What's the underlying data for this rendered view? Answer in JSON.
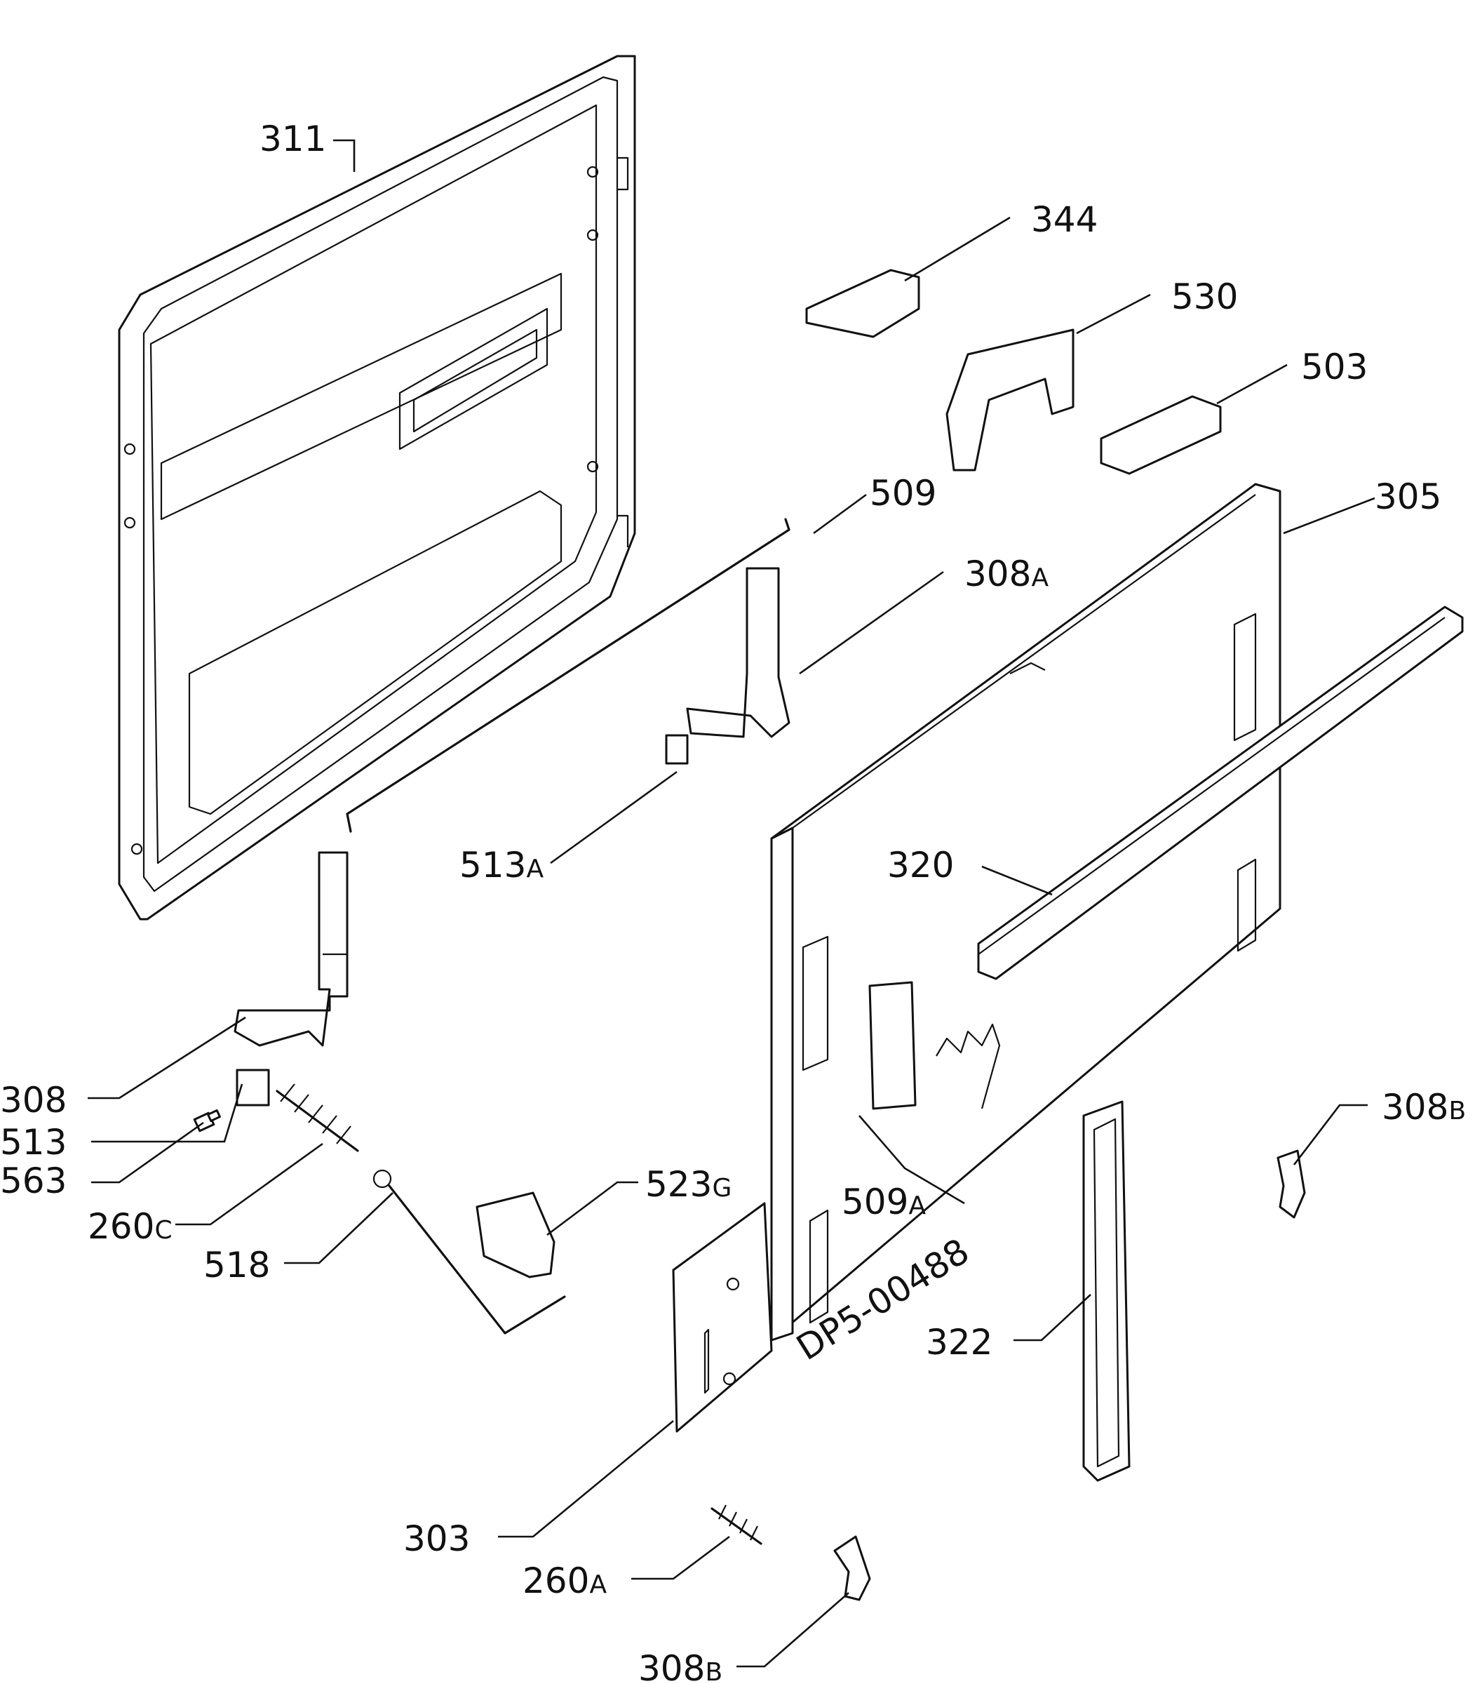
{
  "diagram": {
    "drawing_code": "DP5-00488",
    "labels": {
      "311": {
        "main": "311",
        "sub": ""
      },
      "344": {
        "main": "344",
        "sub": ""
      },
      "530": {
        "main": "530",
        "sub": ""
      },
      "503": {
        "main": "503",
        "sub": ""
      },
      "509": {
        "main": "509",
        "sub": ""
      },
      "305": {
        "main": "305",
        "sub": ""
      },
      "308A": {
        "main": "308",
        "sub": "A"
      },
      "513A": {
        "main": "513",
        "sub": "A"
      },
      "320": {
        "main": "320",
        "sub": ""
      },
      "308": {
        "main": "308",
        "sub": ""
      },
      "513": {
        "main": "513",
        "sub": ""
      },
      "563": {
        "main": "563",
        "sub": ""
      },
      "260C": {
        "main": "260",
        "sub": "C"
      },
      "518": {
        "main": "518",
        "sub": ""
      },
      "523G": {
        "main": "523",
        "sub": "G"
      },
      "509A": {
        "main": "509",
        "sub": "A"
      },
      "308B_right": {
        "main": "308",
        "sub": "B"
      },
      "322": {
        "main": "322",
        "sub": ""
      },
      "303": {
        "main": "303",
        "sub": ""
      },
      "260A": {
        "main": "260",
        "sub": "A"
      },
      "308B_bottom": {
        "main": "308",
        "sub": "B"
      }
    }
  }
}
